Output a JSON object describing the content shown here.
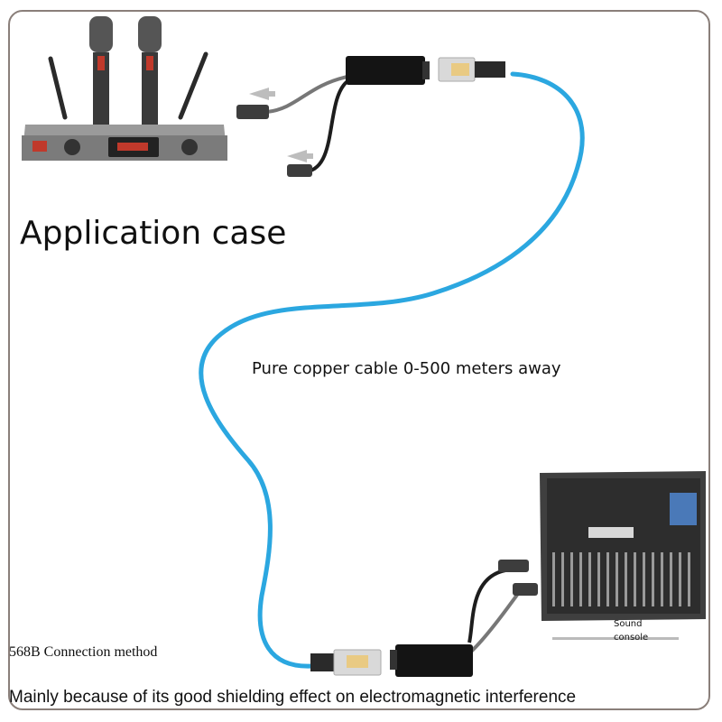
{
  "title": "Application case",
  "cable_label": "Pure copper cable 0-500 meters away",
  "device_label": {
    "line1": "Sound",
    "line2": "console"
  },
  "connection_method": "568B Connection method",
  "shielding_note": "Mainly because of its good shielding effect on electromagnetic interference",
  "colors": {
    "cable": "#2ba7e0",
    "frame": "#8a7f7a",
    "adapter": "#141414"
  },
  "icons": [
    "wireless-microphone-receiver-icon",
    "xlr-adapter-icon",
    "rj45-plug-icon",
    "mixing-console-icon",
    "direction-arrow-icon"
  ]
}
